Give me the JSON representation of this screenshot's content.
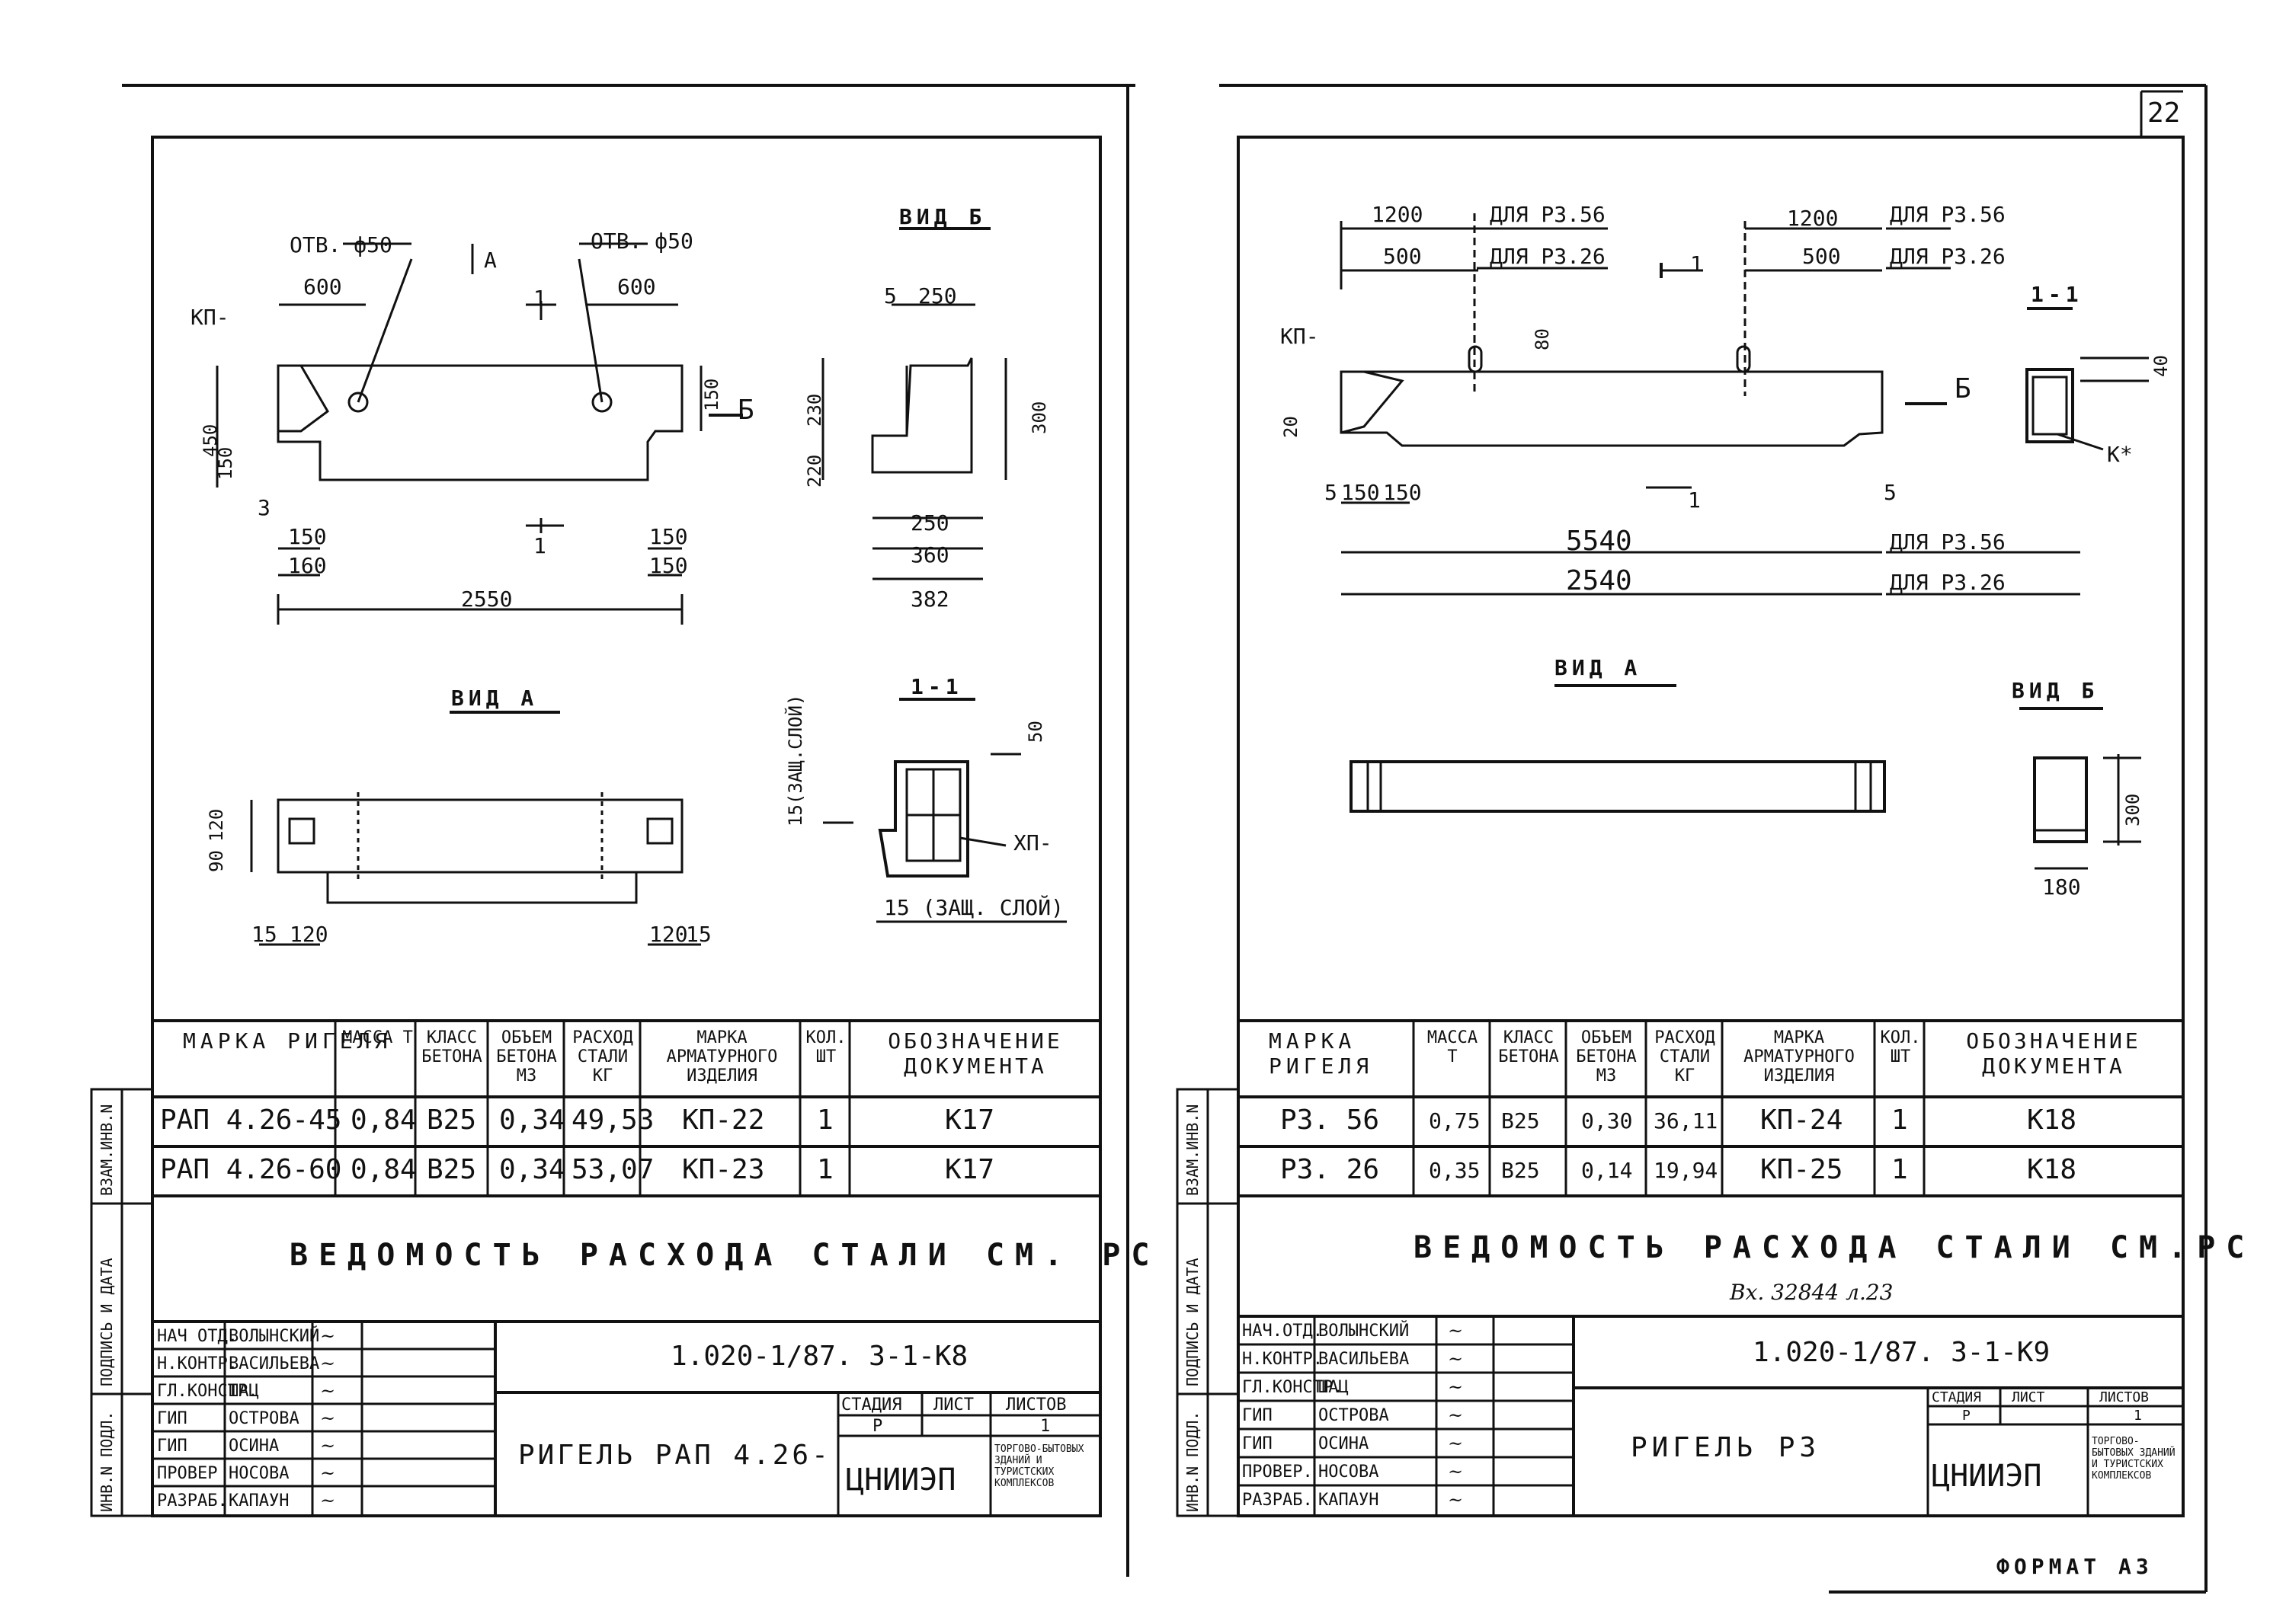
{
  "page_number": "22",
  "format_label": "ФОРМАТ А3",
  "left": {
    "labels": {
      "otv1": "ОТВ. ф50",
      "otv2": "ОТВ. ф50",
      "kp": "КП-",
      "a": "А",
      "cut1": "1",
      "b": "Б",
      "vid_b": "ВИД Б",
      "vid_a": "ВИД А",
      "sec11": "1-1",
      "xp": "ХП-",
      "cover_h": "15 (ЗАЩ. СЛОЙ)",
      "cover_v": "15(ЗАЩ.СЛОЙ)"
    },
    "dims": {
      "d600a": "600",
      "d600b": "600",
      "d150h": "150",
      "d450": "450",
      "d150a": "150",
      "d3": "3",
      "d150b": "150",
      "d160": "160",
      "d150c": "150",
      "d150d": "150",
      "d2550": "2550",
      "d5": "5",
      "d250": "250",
      "d230": "230",
      "d220": "220",
      "d300": "300",
      "d250b": "250",
      "d360": "360",
      "d382": "382",
      "d120": "120",
      "d90": "90",
      "d15a": "15",
      "d120b": "120",
      "d120c": "120",
      "d15b": "15",
      "d50": "50"
    },
    "table": {
      "headers": [
        "МАРКА РИГЕЛЯ",
        "МАССА Т",
        "КЛАСС БЕТОНА",
        "ОБЪЕМ БЕТОНА М3",
        "РАСХОД СТАЛИ КГ",
        "МАРКА АРМАТУРНОГО ИЗДЕЛИЯ",
        "КОЛ. ШТ",
        "ОБОЗНАЧЕНИЕ ДОКУМЕНТА"
      ],
      "rows": [
        [
          "РАП 4.26-45",
          "0,84",
          "В25",
          "0,34",
          "49,53",
          "КП-22",
          "1",
          "К17"
        ],
        [
          "РАП 4.26-60",
          "0,84",
          "В25",
          "0,34",
          "53,07",
          "КП-23",
          "1",
          "К17"
        ]
      ]
    },
    "statement": "ВЕДОМОСТЬ РАСХОДА СТАЛИ СМ. РС",
    "doc_code": "1.020-1/87. 3-1-К8",
    "title": "РИГЕЛЬ РАП 4.26-",
    "stamp": {
      "people": [
        [
          "НАЧ ОТД.",
          "ВОЛЫНСКИЙ"
        ],
        [
          "Н.КОНТР.",
          "ВАСИЛЬЕВА"
        ],
        [
          "ГЛ.КОНСТР.",
          "ШАЦ"
        ],
        [
          "ГИП",
          "ОСТРОВА"
        ],
        [
          "ГИП",
          "ОСИНА"
        ],
        [
          "ПРОВЕР",
          "НОСОВА"
        ],
        [
          "РАЗРАБ.",
          "КАПАУН"
        ]
      ],
      "stage_hdr": [
        "СТАДИЯ",
        "ЛИСТ",
        "ЛИСТОВ"
      ],
      "stage_val": [
        "Р",
        "",
        "1"
      ],
      "org": "ЦНИИЭП",
      "org_sub": "ТОРГОВО-БЫТОВЫХ ЗДАНИЙ И ТУРИСТСКИХ КОМПЛЕКСОВ"
    },
    "side_labels": [
      "ИНВ.N ПОДЛ.",
      "ПОДПИСЬ И ДАТА",
      "ВЗАМ.ИНВ.N"
    ]
  },
  "right": {
    "labels": {
      "for56a": "ДЛЯ Р3.56",
      "for26a": "ДЛЯ Р3.26",
      "for56b": "ДЛЯ Р3.56",
      "for26b": "ДЛЯ Р3.26",
      "kp": "КП-",
      "cut1": "1",
      "b": "Б",
      "sec11": "1-1",
      "k": "К*",
      "for56c": "ДЛЯ  Р3.56",
      "for26c": "ДЛЯ  Р3.26",
      "vid_a": "ВИД А",
      "vid_b": "ВИД Б"
    },
    "dims": {
      "d1200a": "1200",
      "d500a": "500",
      "d1200b": "1200",
      "d500b": "500",
      "d80": "80",
      "d20": "20",
      "d40": "40",
      "d5a": "5",
      "d150": "150",
      "d150b": "150",
      "d5b": "5",
      "d5540": "5540",
      "d2540": "2540",
      "d300": "300",
      "d180": "180"
    },
    "table": {
      "headers": [
        "МАРКА РИГЕЛЯ",
        "МАССА Т",
        "КЛАСС БЕТОНА",
        "ОБЪЕМ БЕТОНА М3",
        "РАСХОД СТАЛИ КГ",
        "МАРКА АРМАТУРНОГО ИЗДЕЛИЯ",
        "КОЛ. ШТ",
        "ОБОЗНАЧЕНИЕ ДОКУМЕНТА"
      ],
      "rows": [
        [
          "Р3. 56",
          "0,75",
          "В25",
          "0,30",
          "36,11",
          "КП-24",
          "1",
          "К18"
        ],
        [
          "Р3. 26",
          "0,35",
          "В25",
          "0,14",
          "19,94",
          "КП-25",
          "1",
          "К18"
        ]
      ]
    },
    "statement": "ВЕДОМОСТЬ РАСХОДА СТАЛИ СМ.РС",
    "note": "Вх. 32844 л.23",
    "doc_code": "1.020-1/87. 3-1-К9",
    "title": "РИГЕЛЬ Р3",
    "stamp": {
      "people": [
        [
          "НАЧ.ОТД.",
          "ВОЛЫНСКИЙ"
        ],
        [
          "Н.КОНТР.",
          "ВАСИЛЬЕВА"
        ],
        [
          "ГЛ.КОНСТР.",
          "ШАЦ"
        ],
        [
          "ГИП",
          "ОСТРОВА"
        ],
        [
          "ГИП",
          "ОСИНА"
        ],
        [
          "ПРОВЕР.",
          "НОСОВА"
        ],
        [
          "РАЗРАБ.",
          "КАПАУН"
        ]
      ],
      "stage_hdr": [
        "СТАДИЯ",
        "ЛИСТ",
        "ЛИСТОВ"
      ],
      "stage_val": [
        "Р",
        "",
        "1"
      ],
      "org": "ЦНИИЭП",
      "org_sub": "ТОРГОВО-БЫТОВЫХ ЗДАНИЙ И ТУРИСТСКИХ КОМПЛЕКСОВ"
    },
    "side_labels": [
      "ИНВ.N ПОДЛ.",
      "ПОДПИСЬ И ДАТА",
      "ВЗАМ.ИНВ.N"
    ]
  }
}
